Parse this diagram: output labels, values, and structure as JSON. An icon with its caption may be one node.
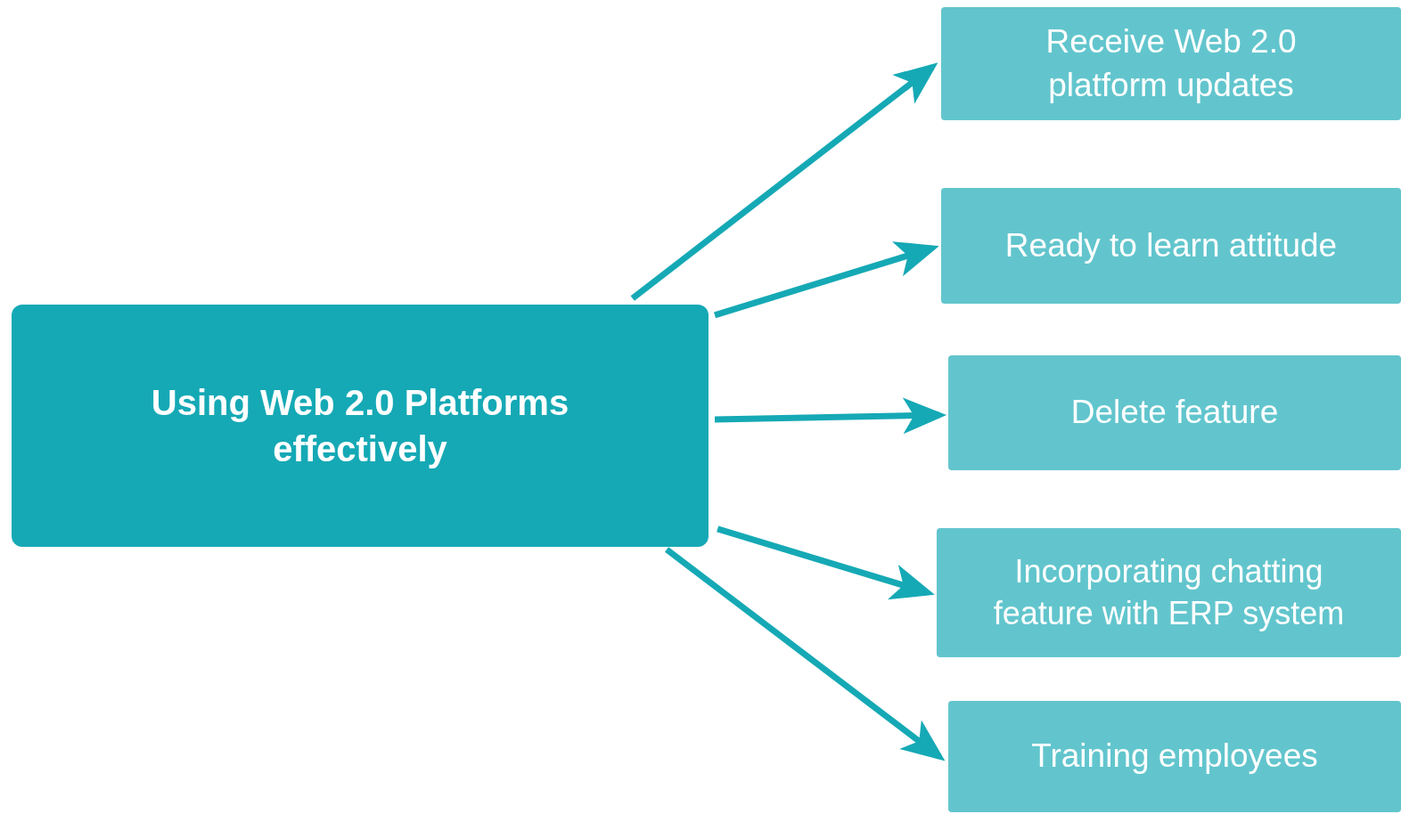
{
  "diagram": {
    "nodes": [
      {
        "text": [
          "Using Web 2.0 Platforms effectively"
        ]
      },
      {
        "text": [
          "Receive Web 2.0 platform updates"
        ]
      },
      {
        "text": [
          "Ready to learn attitude"
        ]
      },
      {
        "text": [
          "Delete feature"
        ]
      },
      {
        "text": [
          "Incorporating chatting feature with ERP system"
        ]
      },
      {
        "text": [
          "Training employees"
        ]
      }
    ],
    "edges": [
      {
        "from": 0,
        "to": 1,
        "arrow": "to"
      },
      {
        "from": 0,
        "to": 2,
        "arrow": "to"
      },
      {
        "from": 0,
        "to": 3,
        "arrow": "to"
      },
      {
        "from": 0,
        "to": 4,
        "arrow": "to"
      },
      {
        "from": 0,
        "to": 5,
        "arrow": "to"
      }
    ]
  }
}
